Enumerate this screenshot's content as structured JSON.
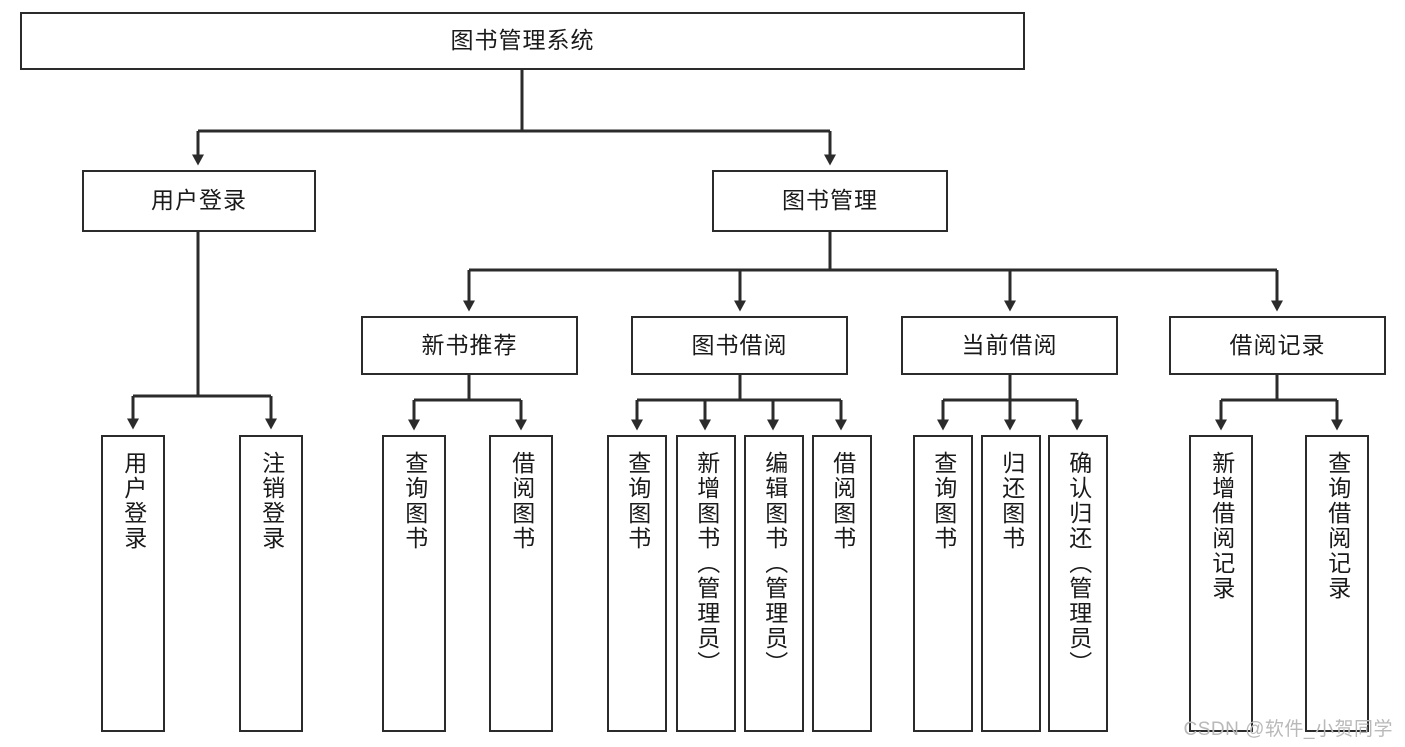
{
  "diagram": {
    "title_node": {
      "label": "图书管理系统"
    },
    "level2": [
      {
        "id": "user-login",
        "label": "用户登录"
      },
      {
        "id": "book-management",
        "label": "图书管理"
      }
    ],
    "level3": [
      {
        "id": "new-book-recommend",
        "label": "新书推荐"
      },
      {
        "id": "book-borrow",
        "label": "图书借阅"
      },
      {
        "id": "current-borrow",
        "label": "当前借阅"
      },
      {
        "id": "borrow-record",
        "label": "借阅记录"
      }
    ],
    "leaves": [
      {
        "id": "leaf-user-login",
        "label": "用户登录"
      },
      {
        "id": "leaf-logout-login",
        "label": "注销登录"
      },
      {
        "id": "leaf-query-book-1",
        "label": "查询图书"
      },
      {
        "id": "leaf-borrow-book-1",
        "label": "借阅图书"
      },
      {
        "id": "leaf-query-book-2",
        "label": "查询图书"
      },
      {
        "id": "leaf-add-book-admin",
        "label": "新增图书（管理员）"
      },
      {
        "id": "leaf-edit-book-admin",
        "label": "编辑图书（管理员）"
      },
      {
        "id": "leaf-borrow-book-2",
        "label": "借阅图书"
      },
      {
        "id": "leaf-query-book-3",
        "label": "查询图书"
      },
      {
        "id": "leaf-return-book",
        "label": "归还图书"
      },
      {
        "id": "leaf-confirm-return-admin",
        "label": "确认归还（管理员）"
      },
      {
        "id": "leaf-add-borrow-record",
        "label": "新增借阅记录"
      },
      {
        "id": "leaf-query-borrow-record",
        "label": "查询借阅记录"
      }
    ],
    "watermark": "CSDN @软件_小贺同学",
    "colors": {
      "stroke": "#2b2b2b",
      "fill": "#ffffff",
      "text": "#1a1a1a",
      "watermark": "#b9b9b9"
    }
  }
}
